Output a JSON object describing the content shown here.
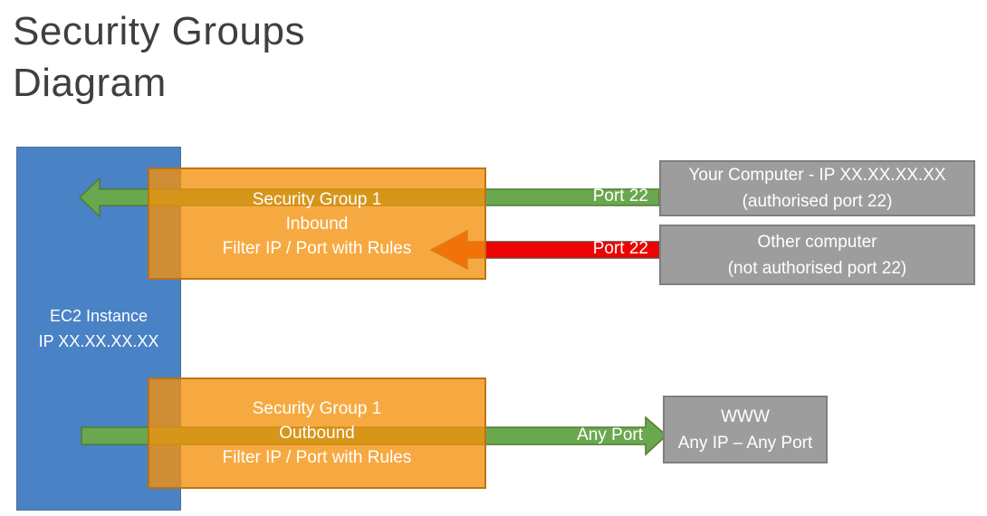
{
  "title": {
    "line1": "Security Groups",
    "line2": "Diagram"
  },
  "ec2": {
    "line1": "EC2 Instance",
    "line2": "IP XX.XX.XX.XX"
  },
  "security_groups": {
    "inbound": {
      "line1": "Security Group 1",
      "line2": "Inbound",
      "line3": "Filter IP / Port with Rules"
    },
    "outbound": {
      "line1": "Security Group 1",
      "line2": "Outbound",
      "line3": "Filter IP / Port with Rules"
    }
  },
  "endpoints": {
    "your_computer": {
      "line1": "Your Computer - IP XX.XX.XX.XX",
      "line2": "(authorised port 22)"
    },
    "other_computer": {
      "line1": "Other computer",
      "line2": "(not authorised port 22)"
    },
    "www": {
      "line1": "WWW",
      "line2": "Any IP – Any Port"
    }
  },
  "arrows": {
    "inbound_allowed": {
      "label": "Port 22",
      "color": "#6aa84f",
      "direction": "left",
      "meaning": "allowed traffic"
    },
    "inbound_blocked": {
      "label": "Port 22",
      "color": "#ee0202",
      "direction": "left",
      "meaning": "blocked traffic"
    },
    "outbound": {
      "label": "Any Port",
      "color": "#6aa84f",
      "direction": "right",
      "meaning": "allowed traffic"
    }
  },
  "colors": {
    "ec2_fill": "#4a82c6",
    "security_group_fill": "#f7a941",
    "endpoint_fill": "#9d9d9d",
    "allowed_arrow": "#6aa84f",
    "blocked_arrow": "#ee0202",
    "title_text": "#3f3f3f",
    "box_text": "#ffffff"
  }
}
